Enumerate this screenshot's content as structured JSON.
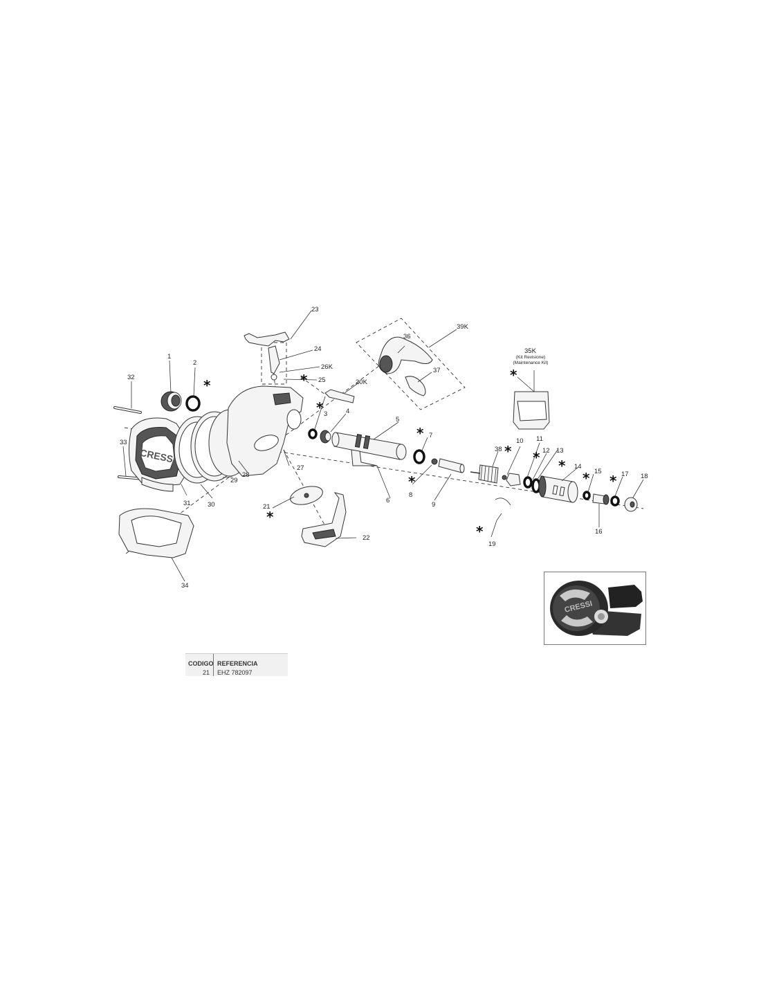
{
  "labels": {
    "p1": "1",
    "p2": "2",
    "p3": "3",
    "p4": "4",
    "p5": "5",
    "p6": "6",
    "p7": "7",
    "p8": "8",
    "p9": "9",
    "p10": "10",
    "p11": "11",
    "p12": "12",
    "p13": "13",
    "p14": "14",
    "p15": "15",
    "p16": "16",
    "p17": "17",
    "p18": "18",
    "p19": "19",
    "p20k": "20K",
    "p21": "21",
    "p22": "22",
    "p23": "23",
    "p24": "24",
    "p25": "25",
    "p26k": "26K",
    "p27": "27",
    "p28": "28",
    "p29": "29",
    "p30": "30",
    "p31": "31",
    "p32": "32",
    "p33": "33",
    "p34": "34",
    "p35k": "35K",
    "p36": "36",
    "p37": "37",
    "p38": "38",
    "p39k": "39K"
  },
  "kit": {
    "line1": "(Kit Revisione)",
    "line2": "(Maintenance Kit)"
  },
  "star_symbol": "*",
  "table": {
    "headers": [
      "CODIGO",
      "REFERENCIA"
    ],
    "rows": [
      [
        "21",
        "EHZ 782097"
      ]
    ]
  },
  "brand_logo_text": "CRESSI"
}
